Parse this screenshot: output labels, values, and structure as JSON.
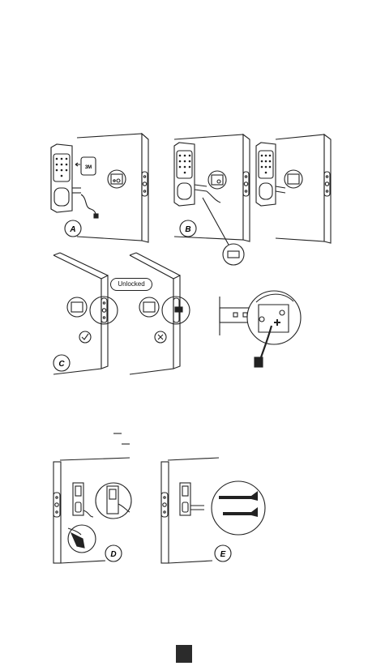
{
  "figures": {
    "a": {
      "step": "A",
      "tape_label": "3M"
    },
    "b": {
      "step": "B"
    },
    "c": {
      "step": "C",
      "status_label": "Unlocked"
    },
    "d": {
      "step": "D"
    },
    "e": {
      "step": "E"
    }
  },
  "colors": {
    "line": "#222222",
    "fill": "#ffffff",
    "dark": "#2b2b2b"
  },
  "icons": [
    "check-icon",
    "cross-icon",
    "screw-icon",
    "connector-icon"
  ]
}
